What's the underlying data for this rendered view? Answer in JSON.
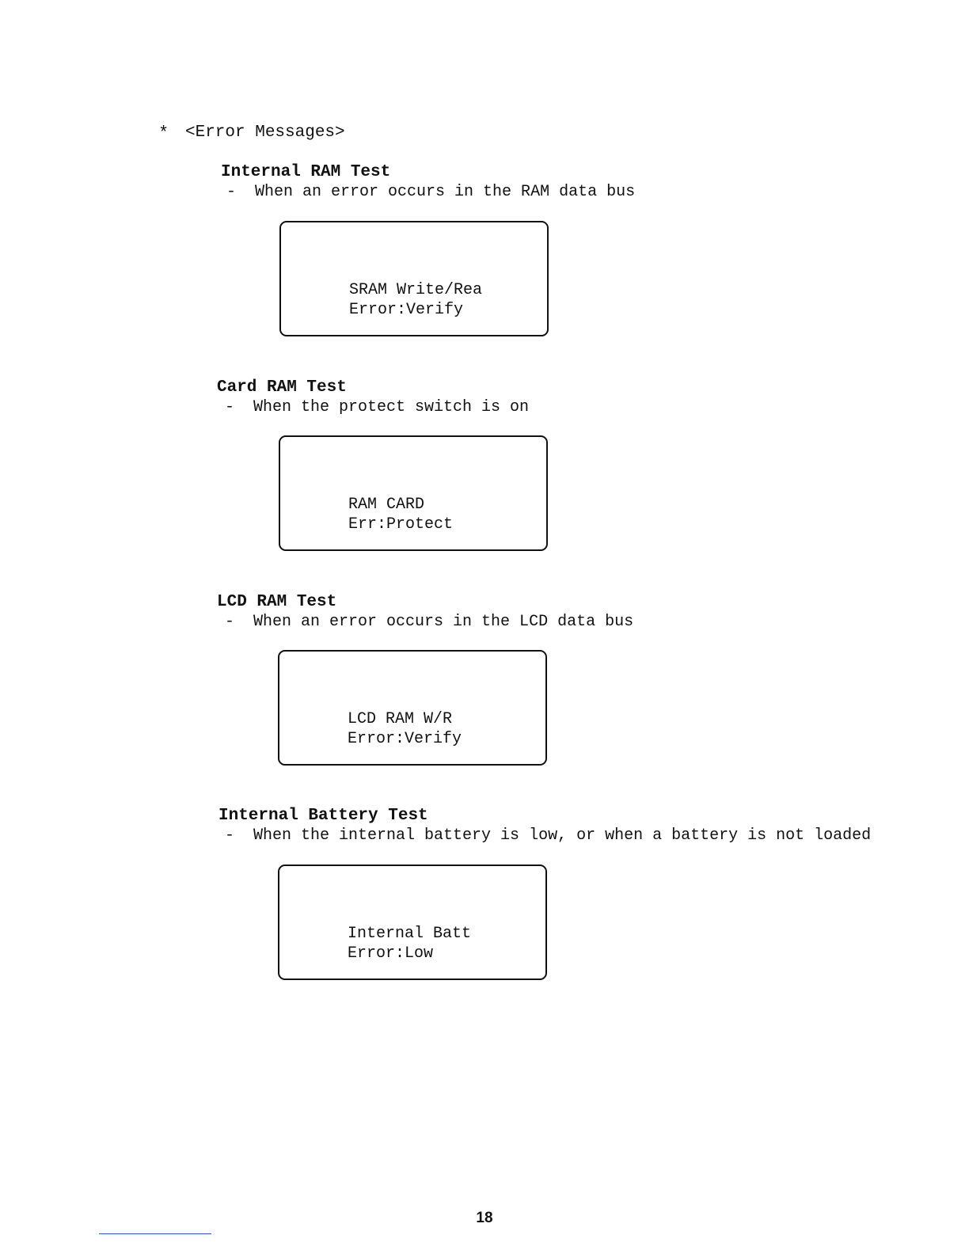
{
  "header": {
    "bullet": "*",
    "title": "<Error Messages>"
  },
  "sections": [
    {
      "title": "Internal RAM Test",
      "description": "-  When an error occurs in the RAM data bus",
      "display": {
        "line1": "SRAM Write/Rea",
        "line2": "Error:Verify"
      }
    },
    {
      "title": "Card RAM Test",
      "description": "-  When the protect switch is on",
      "display": {
        "line1": "RAM CARD",
        "line2": "Err:Protect"
      }
    },
    {
      "title": "LCD RAM Test",
      "description": "-  When an error occurs in the LCD data bus",
      "display": {
        "line1": "LCD RAM W/R",
        "line2": "Error:Verify"
      }
    },
    {
      "title": "Internal Battery Test",
      "description": "-  When the internal battery is low, or when a battery is not loaded",
      "display": {
        "line1": "Internal Batt",
        "line2": "Error:Low"
      }
    }
  ],
  "footer": {
    "page_number": "18"
  }
}
